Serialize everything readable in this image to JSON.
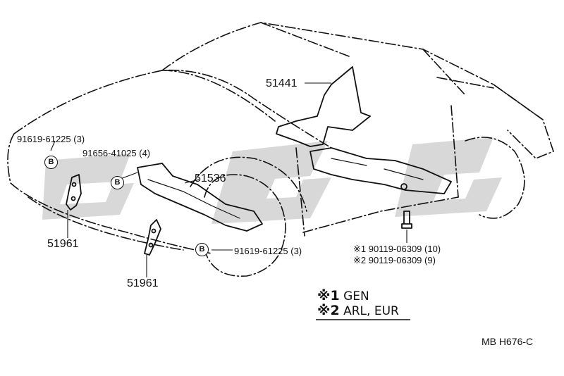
{
  "watermark": {
    "text": "∘∘∘",
    "color": "#d4d4d4"
  },
  "callouts": {
    "part_51441": "51441",
    "part_51536": "51536",
    "part_51961_left": "51961",
    "part_51961_center": "51961",
    "bolt_top_left": "91619-61225 (3)",
    "bolt_mid_left": "91656-41025 (4)",
    "bolt_bottom": "91619-61225 (3)",
    "bolt_note_1": "※1 90119-06309 (10)",
    "bolt_note_2": "※2 90119-06309 (9)"
  },
  "badges": {
    "b1": "B",
    "b2": "B",
    "b3": "B"
  },
  "legend": {
    "line1_mark": "※1",
    "line1_text": "GEN",
    "line2_mark": "※2",
    "line2_text": "ARL, EUR"
  },
  "code": "MB  H676-C",
  "colors": {
    "ink": "#111111",
    "watermark": "#d4d4d4",
    "background": "#ffffff"
  }
}
